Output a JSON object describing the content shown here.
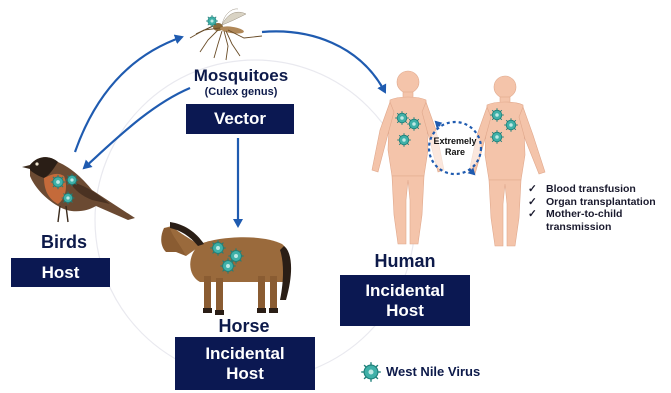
{
  "mosquito": {
    "title": "Mosquitoes",
    "subtitle": "(Culex genus)",
    "role": "Vector"
  },
  "birds": {
    "title": "Birds",
    "role": "Host"
  },
  "horse": {
    "title": "Horse",
    "role_line1": "Incidental",
    "role_line2": "Host"
  },
  "human": {
    "title": "Human",
    "role_line1": "Incidental",
    "role_line2": "Host",
    "cycle_label_line1": "Extremely",
    "cycle_label_line2": "Rare",
    "transmission_routes": [
      {
        "mark": "✓",
        "text": "Blood transfusion"
      },
      {
        "mark": "✓",
        "text": "Organ transplantation"
      },
      {
        "mark": "✓",
        "text": "Mother-to-child"
      },
      {
        "mark": "",
        "text": "transmission"
      }
    ]
  },
  "legend": {
    "label": "West Nile Virus",
    "icon": "virus-icon"
  },
  "colors": {
    "box": "#0b1852",
    "arrow": "#1f5bb0",
    "virus": "#3fb0a8"
  }
}
